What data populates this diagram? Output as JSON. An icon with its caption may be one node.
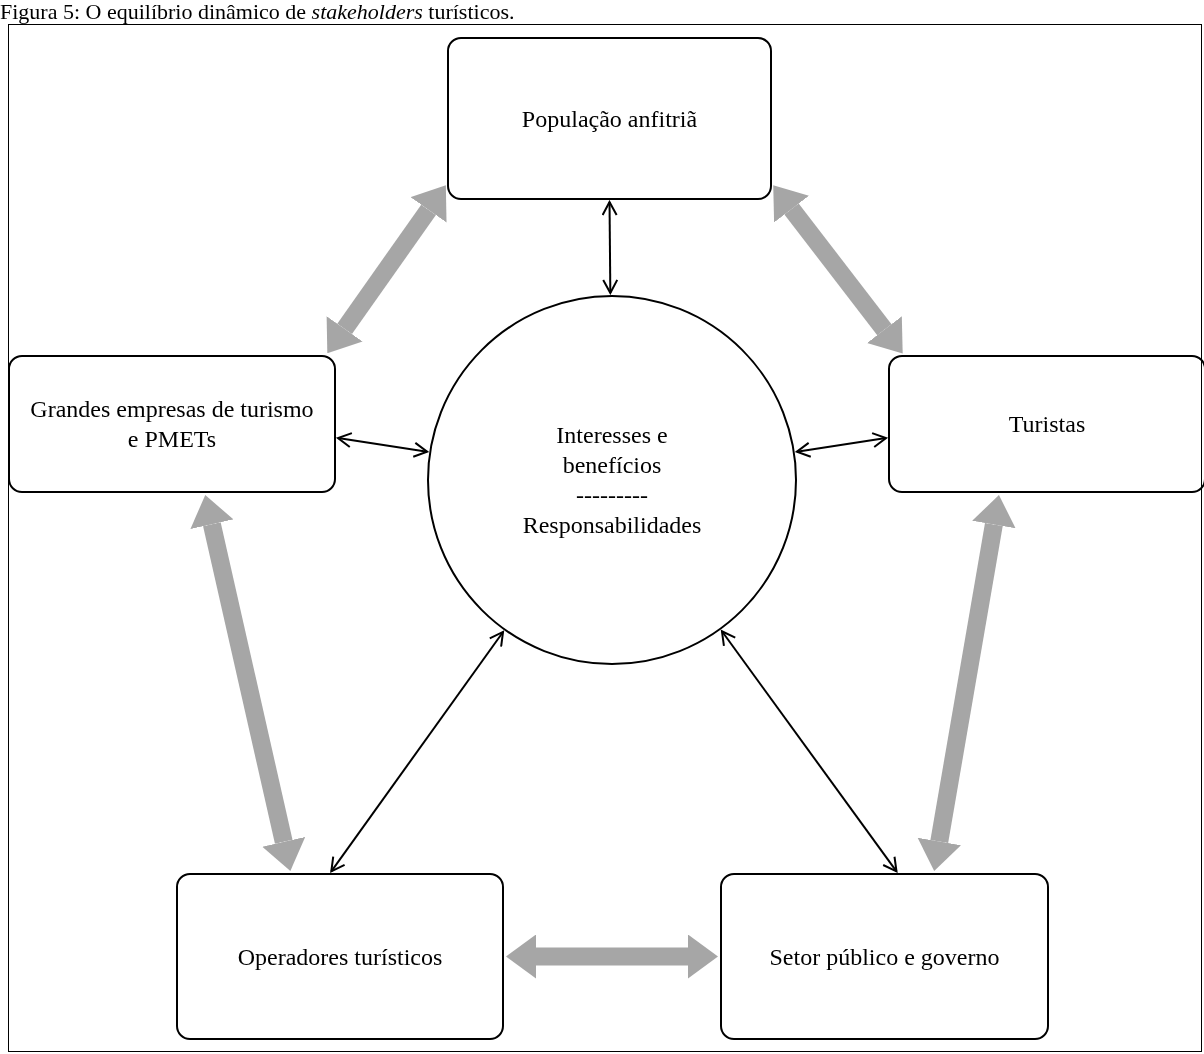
{
  "diagram": {
    "title": "Figura 5: O equilíbrio dinâmico de *stakeholders* turísticos.",
    "nodes": [
      {
        "text": [
          "População anfitriã"
        ]
      },
      {
        "text": [
          "Grandes empresas de turismo e PMETs"
        ]
      },
      {
        "text": [
          "Interesses e benefícios",
          "---------",
          "Responsabilidades"
        ]
      },
      {
        "text": [
          "Turistas"
        ]
      },
      {
        "text": [
          "Operadores turísticos"
        ]
      },
      {
        "text": [
          "Setor público e governo"
        ]
      }
    ],
    "edges": [
      {
        "from": 0,
        "to": 2,
        "arrow": "both"
      },
      {
        "from": 1,
        "to": 2,
        "arrow": "both"
      },
      {
        "from": 3,
        "to": 2,
        "arrow": "both"
      },
      {
        "from": 4,
        "to": 2,
        "arrow": "both"
      },
      {
        "from": 5,
        "to": 2,
        "arrow": "both"
      },
      {
        "from": 1,
        "to": 0,
        "arrow": "both",
        "style": "thick",
        "color": "#a6a6a6"
      },
      {
        "from": 0,
        "to": 3,
        "arrow": "both",
        "style": "thick",
        "color": "#a6a6a6"
      },
      {
        "from": 1,
        "to": 4,
        "arrow": "both",
        "style": "thick",
        "color": "#a6a6a6"
      },
      {
        "from": 3,
        "to": 5,
        "arrow": "both",
        "style": "thick",
        "color": "#a6a6a6"
      },
      {
        "from": 4,
        "to": 5,
        "arrow": "both",
        "style": "thick",
        "color": "#a6a6a6"
      }
    ]
  }
}
